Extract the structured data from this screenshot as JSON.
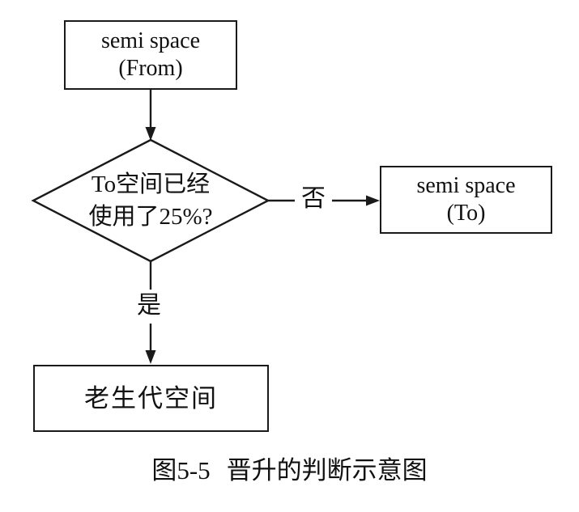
{
  "figure": {
    "nodes": {
      "semi_space_from": {
        "line1": "semi space",
        "line2": "(From)"
      },
      "decision": {
        "line1": "To空间已经",
        "line2": "使用了25%?"
      },
      "semi_space_to": {
        "line1": "semi space",
        "line2": "(To)"
      },
      "old_generation": {
        "label": "老生代空间"
      }
    },
    "edge_labels": {
      "no": "否",
      "yes": "是"
    },
    "caption": {
      "figure_no": "图5-5",
      "title": "晋升的判断示意图"
    }
  },
  "colors": {
    "ink": "#1a1a1a",
    "background": "#ffffff"
  }
}
